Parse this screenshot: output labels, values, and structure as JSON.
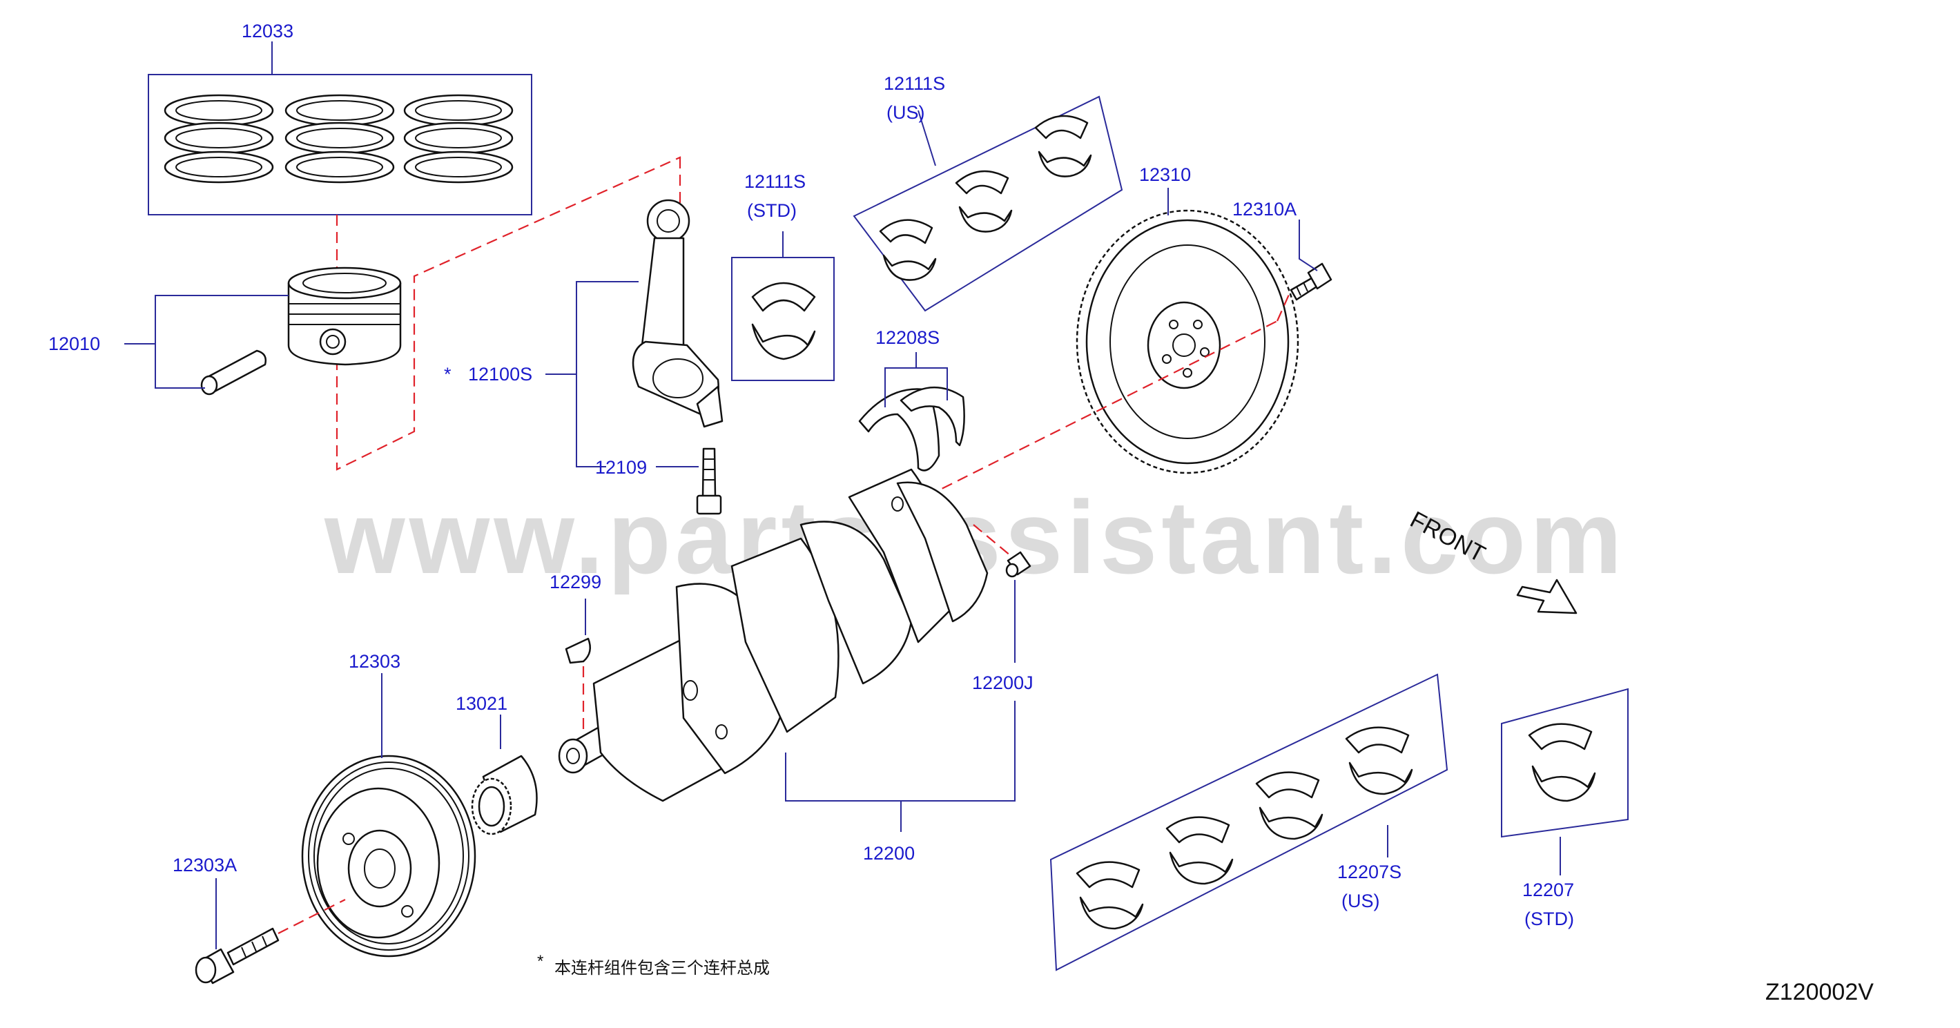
{
  "diagram": {
    "watermark": "www.partsassistant.com",
    "front_label": "FRONT",
    "diagram_code": "Z120002V",
    "footnote_mark": "*",
    "footnote": "本连杆组件包含三个连杆总成",
    "labels": {
      "p12033": "12033",
      "p12010": "12010",
      "p12100S": "12100S",
      "p12100S_mark": "*",
      "p12109": "12109",
      "p12111S_std": "12111S",
      "p12111S_std_sub": "(STD)",
      "p12111S_us": "12111S",
      "p12111S_us_sub": "(US)",
      "p12208S": "12208S",
      "p12310": "12310",
      "p12310A": "12310A",
      "p12299": "12299",
      "p12200J": "12200J",
      "p12200": "12200",
      "p12303": "12303",
      "p13021": "13021",
      "p12303A": "12303A",
      "p12207S": "12207S",
      "p12207S_sub": "(US)",
      "p12207": "12207",
      "p12207_sub": "(STD)"
    }
  }
}
